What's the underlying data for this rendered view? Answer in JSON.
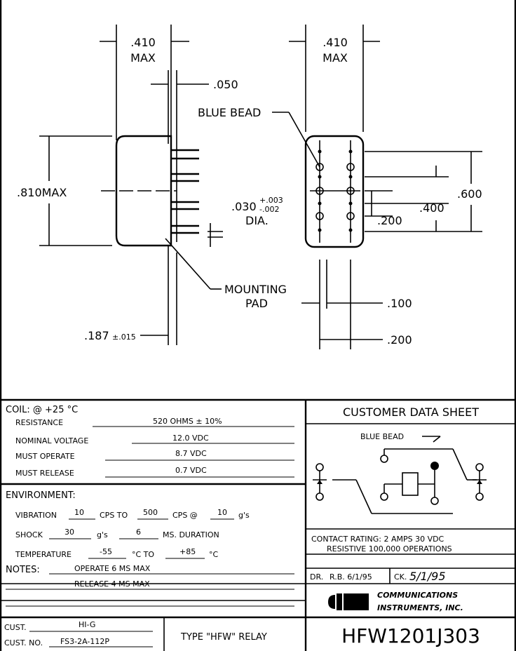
{
  "drawing": {
    "side_width_dim": ".410",
    "side_width_max": "MAX",
    "front_width_dim": ".410",
    "front_width_max": "MAX",
    "pin_offset_dim": ".050",
    "blue_bead_label": "BLUE BEAD",
    "height_dim": ".810MAX",
    "pin_dia_dim": ".030",
    "pin_dia_plus": "+.003",
    "pin_dia_minus": "-.002",
    "pin_dia_label": "DIA.",
    "row_spacing_600": ".600",
    "row_spacing_400": ".400",
    "row_spacing_200": ".200",
    "mounting_pad_line1": "MOUNTING",
    "mounting_pad_line2": "PAD",
    "pad_height_dim": ".187",
    "pad_height_tol": "±.015",
    "pin_pitch_100": ".100",
    "pin_pitch_200": ".200"
  },
  "coil": {
    "heading": "COIL: @ +25 °C",
    "resistance_label": "RESISTANCE",
    "resistance_value": "520 OHMS ± 10%",
    "nominal_voltage_label": "NOMINAL VOLTAGE",
    "nominal_voltage_value": "12.0 VDC",
    "must_operate_label": "MUST OPERATE",
    "must_operate_value": "8.7 VDC",
    "must_release_label": "MUST RELEASE",
    "must_release_value": "0.7 VDC"
  },
  "environment": {
    "heading": "ENVIRONMENT:",
    "vibration_label": "VIBRATION",
    "vibration_low": "10",
    "vibration_cps_to": "CPS TO",
    "vibration_high": "500",
    "vibration_cps_at": "CPS @",
    "vibration_g": "10",
    "vibration_g_unit": "g's",
    "shock_label": "SHOCK",
    "shock_g": "30",
    "shock_g_unit": "g's",
    "shock_ms": "6",
    "shock_duration": "MS. DURATION",
    "temperature_label": "TEMPERATURE",
    "temperature_low": "-55",
    "temperature_to": "°C TO",
    "temperature_high": "+85",
    "temperature_unit": "°C"
  },
  "notes": {
    "label": "NOTES:",
    "line1": "OPERATE 6 MS MAX",
    "line2": "RELEASE 4 MS MAX"
  },
  "customer": {
    "cust_label": "CUST.",
    "cust_value": "HI-G",
    "cust_no_label": "CUST. NO.",
    "cust_no_value": "FS3-2A-112P",
    "type": "TYPE \"HFW\" RELAY"
  },
  "datasheet": {
    "title": "CUSTOMER DATA SHEET",
    "schematic_bead": "BLUE BEAD",
    "contact_rating_line1": "CONTACT RATING: 2 AMPS 30 VDC",
    "contact_rating_line2": "RESISTIVE 100,000 OPERATIONS",
    "dr_label": "DR.",
    "dr_value": "R.B. 6/1/95",
    "ck_label": "CK.",
    "ck_value": "5/1/95",
    "company_line1": "COMMUNICATIONS",
    "company_line2": "INSTRUMENTS, INC.",
    "part_number": "HFW1201J303"
  }
}
